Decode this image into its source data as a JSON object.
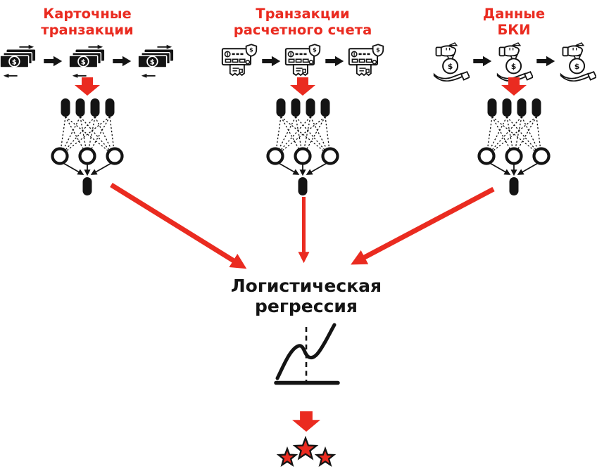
{
  "theme": {
    "accent_red": "#EA2B20",
    "ink": "#141414",
    "background": "#FFFFFF"
  },
  "columns": [
    {
      "title_line1": "Карточные",
      "title_line2": "транзакции",
      "icon": "banknotes-icon",
      "sequence_icons": 3
    },
    {
      "title_line1": "Транзакции",
      "title_line2": "расчетного счета",
      "icon": "bank-statement-icon",
      "sequence_icons": 3
    },
    {
      "title_line1": "Данные",
      "title_line2": "БКИ",
      "icon": "moneybag-hands-icon",
      "sequence_icons": 3
    }
  ],
  "network": {
    "input_nodes": 4,
    "hidden_nodes": 3,
    "output_nodes": 1
  },
  "aggregator": {
    "label_line1": "Логистическая",
    "label_line2": "регрессия"
  },
  "output": {
    "stars": 3
  },
  "icons": {
    "currency_symbol": "$"
  }
}
